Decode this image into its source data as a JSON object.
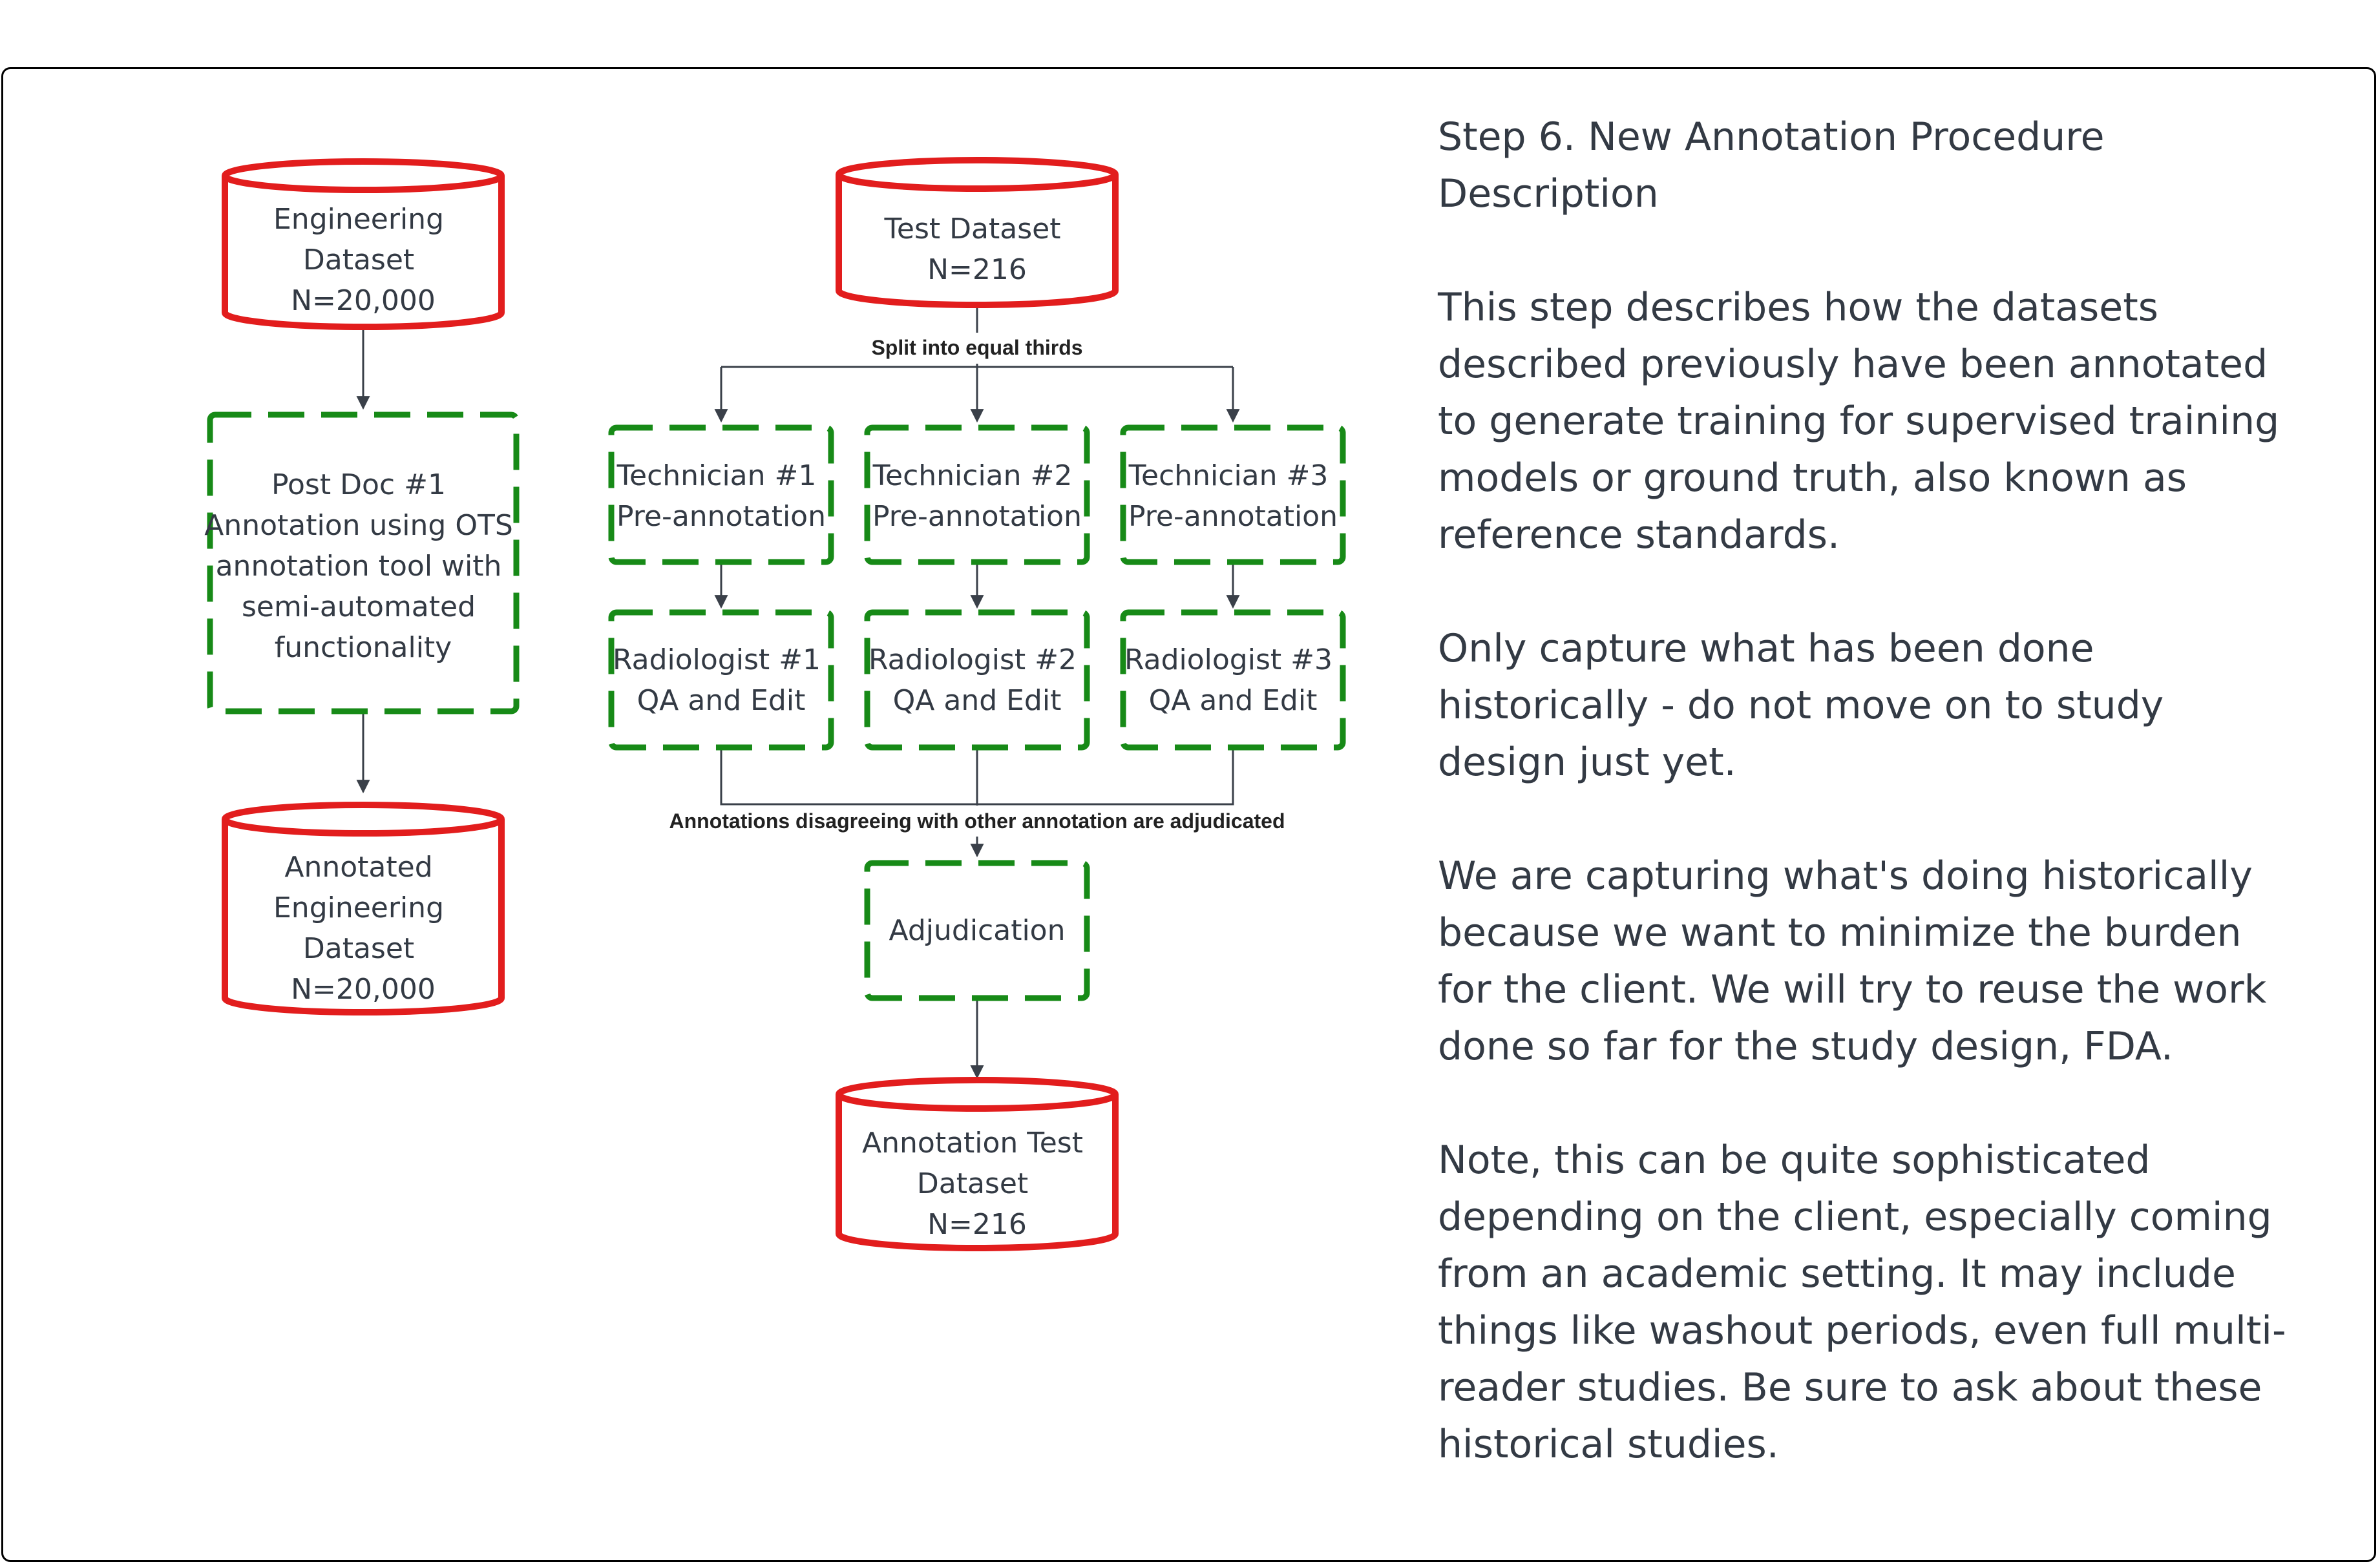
{
  "diagram": {
    "engineering": {
      "dataset_lines": [
        "Engineering",
        "Dataset",
        "N=20,000"
      ],
      "postdoc_lines": [
        "Post Doc #1",
        "Annotation using OTS",
        "annotation tool with",
        "semi-automated",
        "functionality"
      ],
      "annotated_lines": [
        "Annotated",
        "Engineering",
        "Dataset",
        "N=20,000"
      ]
    },
    "test": {
      "dataset_lines": [
        "Test Dataset",
        "N=216"
      ],
      "split_label": "Split into equal thirds",
      "technicians": [
        {
          "lines": [
            "Technician #1",
            "Pre-annotation"
          ]
        },
        {
          "lines": [
            "Technician #2",
            "Pre-annotation"
          ]
        },
        {
          "lines": [
            "Technician #3",
            "Pre-annotation"
          ]
        }
      ],
      "radiologists": [
        {
          "lines": [
            "Radiologist #1",
            "QA and Edit"
          ]
        },
        {
          "lines": [
            "Radiologist #2",
            "QA and Edit"
          ]
        },
        {
          "lines": [
            "Radiologist #3",
            "QA and Edit"
          ]
        }
      ],
      "adjudicate_label": "Annotations disagreeing with other annotation are adjudicated",
      "adjudication_lines": [
        "Adjudication"
      ],
      "annotated_lines": [
        "Annotation Test",
        "Dataset",
        "N=216"
      ]
    },
    "colors": {
      "dataset_stroke": "#e21d1d",
      "process_stroke": "#178a17",
      "edge": "#3a4049"
    }
  },
  "notes": {
    "title_line1": "Step 6. New Annotation Procedure",
    "title_line2": "Description",
    "p1": "This step describes how the datasets described previously have been annotated to generate training for supervised training models or ground truth, also known as reference standards.",
    "p2": "Only capture what has been done historically - do not move on to study design just yet.",
    "p3": "We are capturing what's doing historically because we want to minimize the burden for the client. We will try to reuse the work done so far for the study design, FDA.",
    "p4": "Note, this can be quite sophisticated depending on the client, especially coming from an academic setting. It may include things like washout periods, even full multi-reader studies. Be sure to ask about these historical studies."
  }
}
